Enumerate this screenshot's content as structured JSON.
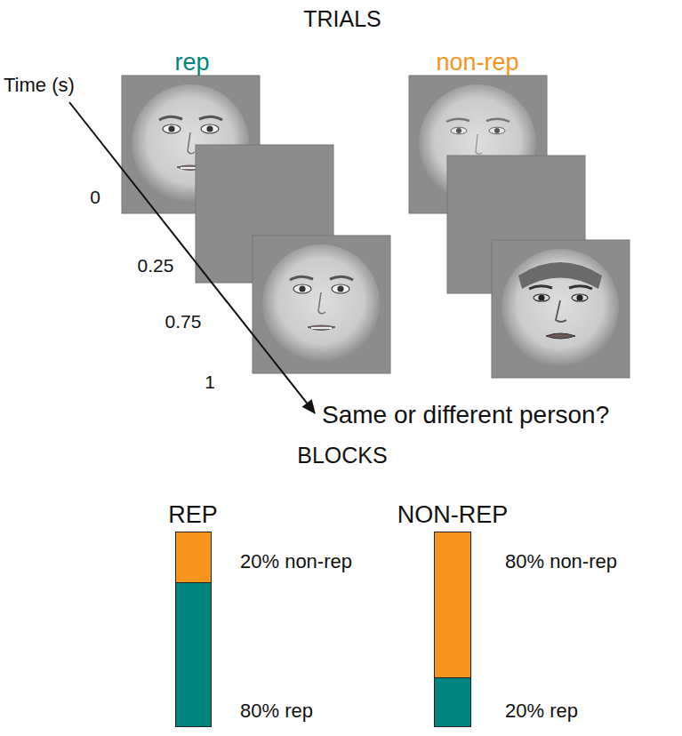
{
  "diagram": {
    "title": "TRIALS",
    "nodes": [
      {
        "text": [
          "REP"
        ]
      },
      {
        "text": [
          "20% non-rep"
        ],
        "in": 0
      },
      {
        "text": [
          "80% rep"
        ],
        "in": 0
      },
      {
        "text": [
          "NON-REP"
        ]
      },
      {
        "text": [
          "80% non-rep"
        ],
        "in": 3
      },
      {
        "text": [
          "20% rep"
        ],
        "in": 3
      }
    ],
    "labels": [
      "rep",
      "non-rep",
      "Time (s)",
      "0",
      "0.25",
      "0.75",
      "1",
      "Same or different person?",
      "BLOCKS"
    ]
  }
}
